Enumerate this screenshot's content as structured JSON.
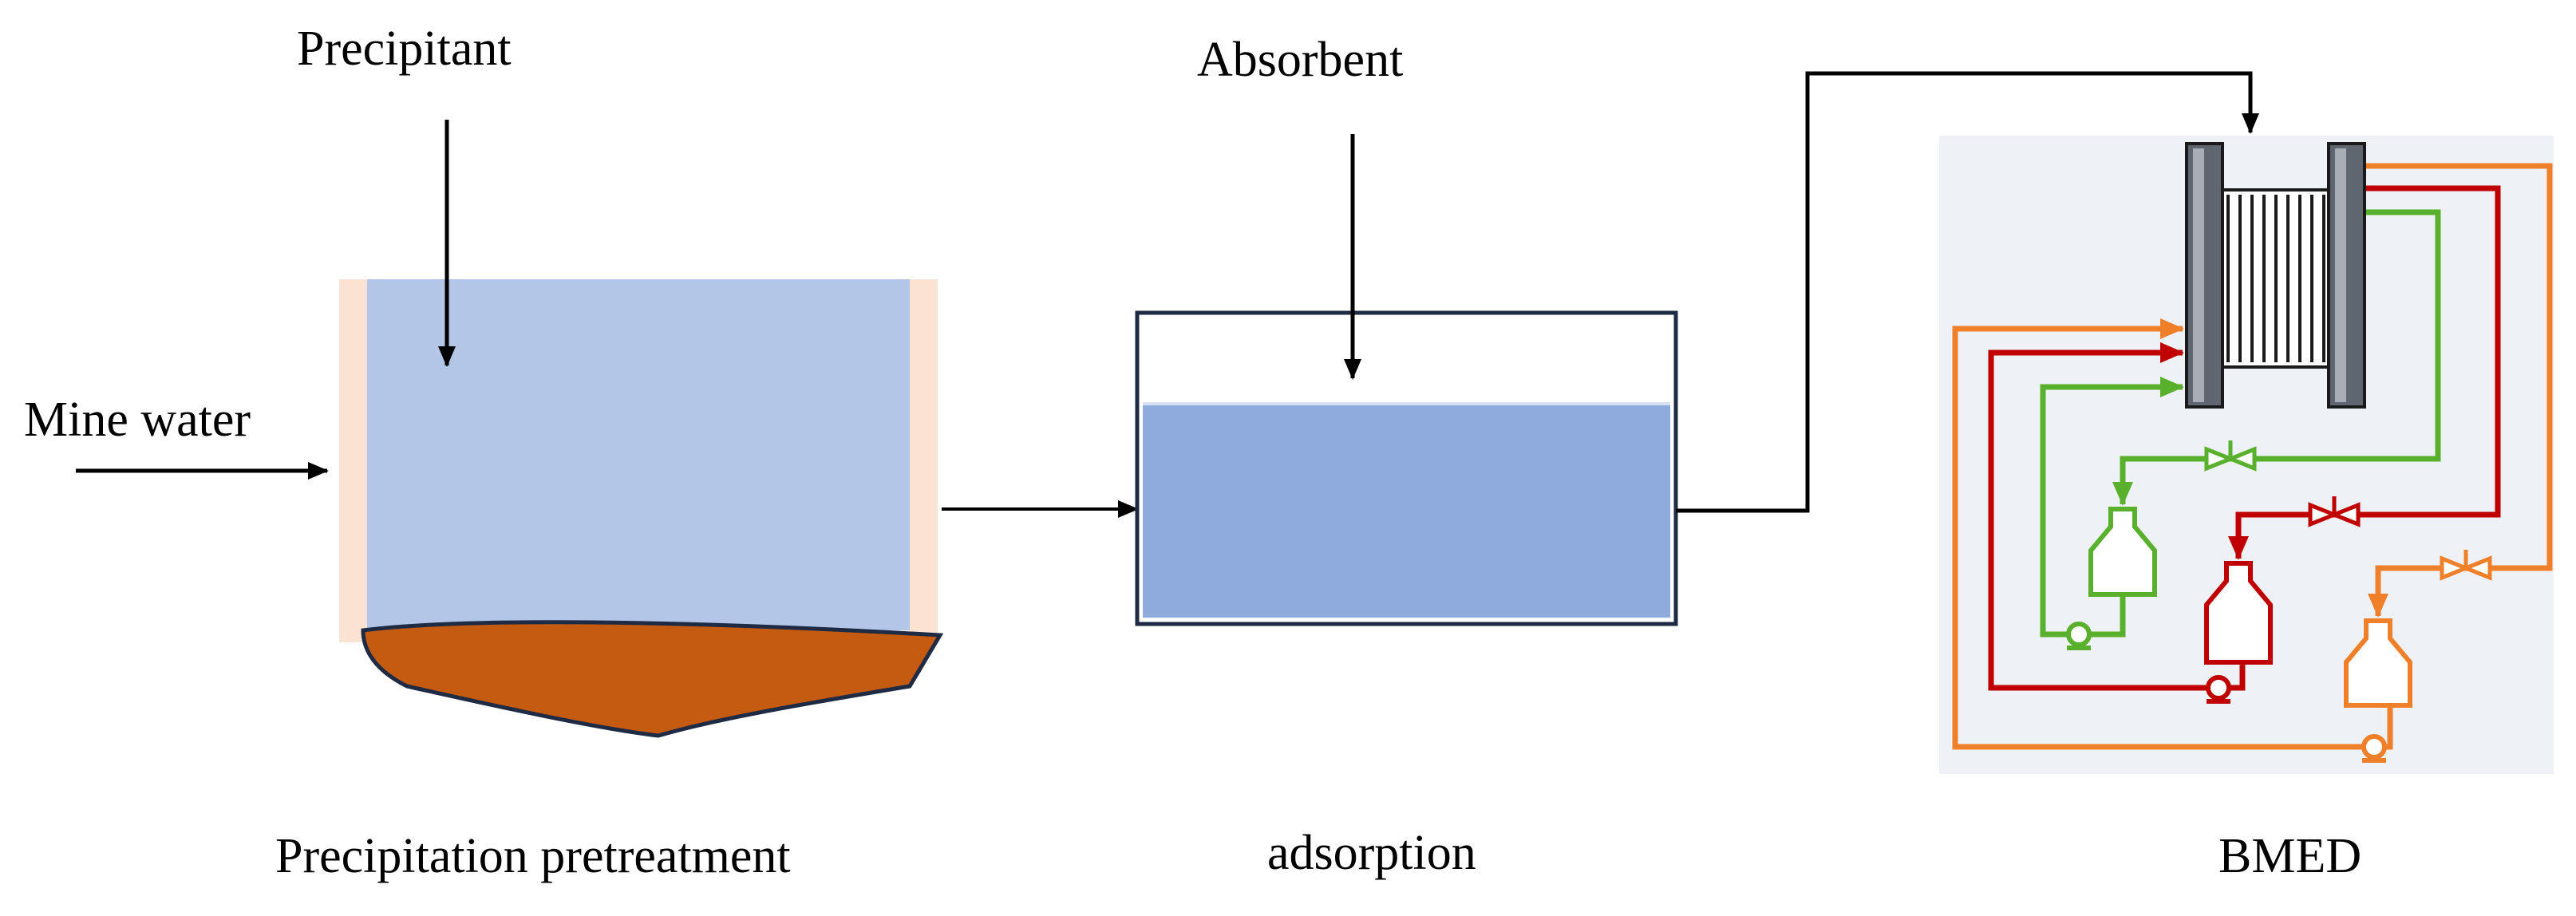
{
  "labels": {
    "precipitant": "Precipitant",
    "mine_water": "Mine water",
    "absorbent": "Absorbent",
    "precipitation_pretreatment": "Precipitation pretreatment",
    "adsorption": "adsorption",
    "bmed": "BMED"
  },
  "colors": {
    "line": "#000000",
    "settler_water": "#b3c6e7",
    "settler_wall": "#fbe3d4",
    "sludge": "#c55a11",
    "sludge_edge": "#1f2a44",
    "adsorber_water": "#8faadc",
    "adsorber_frame": "#1f2a44",
    "bmed_background": "#eef1f5",
    "loop_green": "#59b02c",
    "loop_red": "#c00000",
    "loop_orange": "#f07f2a"
  }
}
